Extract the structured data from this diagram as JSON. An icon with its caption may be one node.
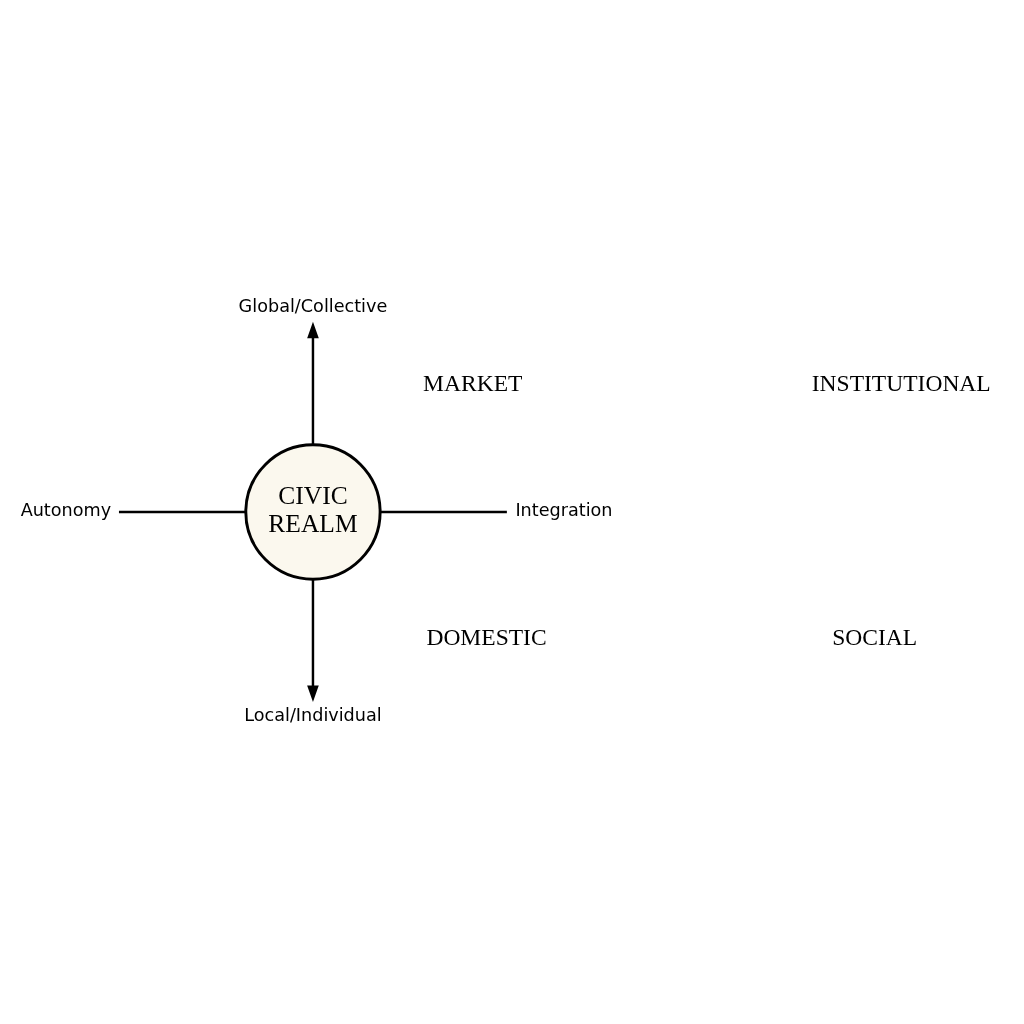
{
  "diagram": {
    "nodes": [
      {
        "text": [
          "CIVIC REALM"
        ]
      },
      {
        "text": [
          "Global/Collective"
        ]
      },
      {
        "text": [
          "Autonomy"
        ]
      },
      {
        "text": [
          "Integration"
        ]
      },
      {
        "text": [
          "Local/Individual"
        ]
      }
    ],
    "edges": [
      {
        "from": 0,
        "to": 1,
        "arrow": "to"
      },
      {
        "from": 2,
        "to": 0,
        "arrow": "none"
      },
      {
        "from": 0,
        "to": 3,
        "arrow": "none"
      },
      {
        "from": 0,
        "to": 4,
        "arrow": "to"
      }
    ],
    "labels": [
      "MARKET",
      "INSTITUTIONAL",
      "DOMESTIC",
      "SOCIAL"
    ]
  }
}
